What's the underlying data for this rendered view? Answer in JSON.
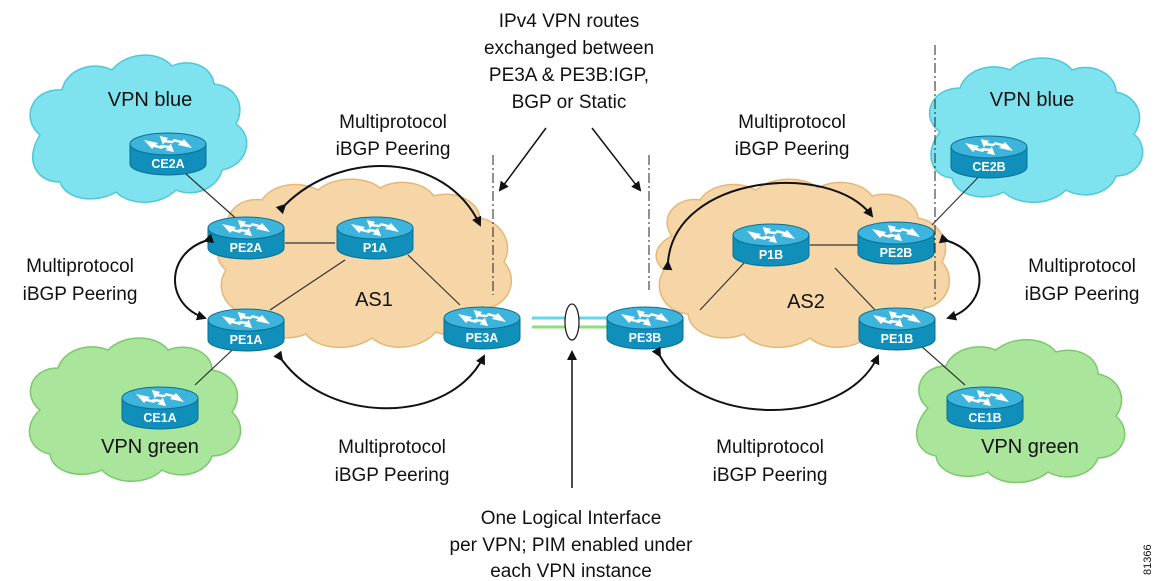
{
  "colors": {
    "cloud_blue": "#7fe3ef",
    "cloud_green": "#a9e59b",
    "cloud_as": "#f6d6a6",
    "router_body": "#0f8fb9",
    "router_top": "#4cc0e0",
    "link_blue": "#5fd8ea",
    "link_green": "#8fdf7a"
  },
  "icons": {
    "router": "router-icon",
    "cloud": "cloud-shape",
    "peering_arrow": "curved-arrow"
  },
  "clouds": {
    "vpn_blue_left": "VPN blue",
    "vpn_green_left": "VPN green",
    "vpn_blue_right": "VPN blue",
    "vpn_green_right": "VPN green",
    "as1": "AS1",
    "as2": "AS2"
  },
  "routers": {
    "ce2a": "CE2A",
    "pe2a": "PE2A",
    "p1a": "P1A",
    "pe1a": "PE1A",
    "ce1a": "CE1A",
    "pe3a": "PE3A",
    "pe3b": "PE3B",
    "p1b": "P1B",
    "pe2b": "PE2B",
    "pe1b": "PE1B",
    "ce2b": "CE2B",
    "ce1b": "CE1B"
  },
  "annotations": {
    "top_center": [
      "IPv4 VPN routes",
      "exchanged between",
      "PE3A & PE3B:IGP,",
      "BGP or Static"
    ],
    "peering_top_left": [
      "Multiprotocol",
      "iBGP Peering"
    ],
    "peering_top_right": [
      "Multiprotocol",
      "iBGP Peering"
    ],
    "peering_side_left": [
      "Multiprotocol",
      "iBGP Peering"
    ],
    "peering_side_right": [
      "Multiprotocol",
      "iBGP Peering"
    ],
    "peering_bottom_left": [
      "Multiprotocol",
      "iBGP Peering"
    ],
    "peering_bottom_right": [
      "Multiprotocol",
      "iBGP Peering"
    ],
    "bottom_center": [
      "One Logical Interface",
      "per VPN; PIM enabled under",
      "each VPN instance"
    ],
    "figure_id": "81366"
  }
}
